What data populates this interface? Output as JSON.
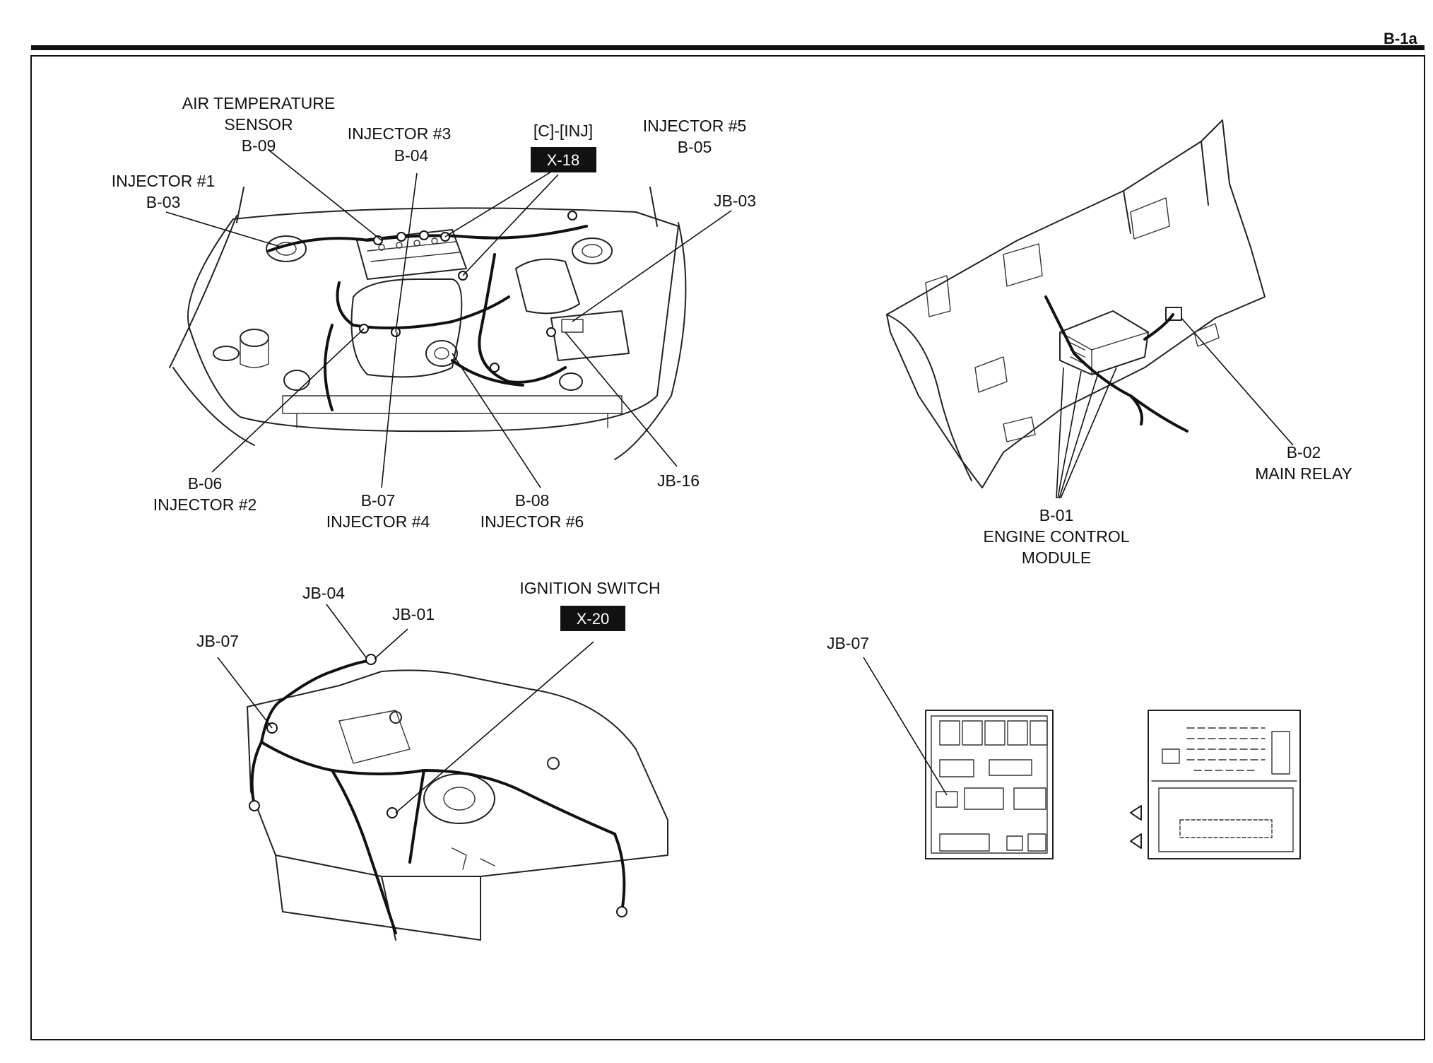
{
  "page": {
    "id": "B-1a"
  },
  "engine_bay": {
    "labels": {
      "air_temp_line1": "AIR TEMPERATURE",
      "air_temp_line2": "SENSOR",
      "air_temp_code": "B-09",
      "inj3_name": "INJECTOR #3",
      "inj3_code": "B-04",
      "inj5_name": "INJECTOR #5",
      "inj5_code": "B-05",
      "inj1_name": "INJECTOR #1",
      "inj1_code": "B-03",
      "jb03": "JB-03",
      "jb16": "JB-16",
      "inj2_code": "B-06",
      "inj2_name": "INJECTOR #2",
      "inj4_code": "B-07",
      "inj4_name": "INJECTOR #4",
      "inj6_code": "B-08",
      "inj6_name": "INJECTOR #6",
      "conn_group": "[C]-[INJ]",
      "conn_box": "X-18"
    }
  },
  "ecm_view": {
    "labels": {
      "main_relay_code": "B-02",
      "main_relay_name": "MAIN RELAY",
      "ecm_code": "B-01",
      "ecm_line1": "ENGINE CONTROL",
      "ecm_line2": "MODULE"
    }
  },
  "dash_view": {
    "labels": {
      "jb04": "JB-04",
      "jb01": "JB-01",
      "jb07": "JB-07",
      "ignition": "IGNITION SWITCH",
      "ignition_box": "X-20"
    }
  },
  "junction_view": {
    "labels": {
      "jb07": "JB-07"
    }
  }
}
